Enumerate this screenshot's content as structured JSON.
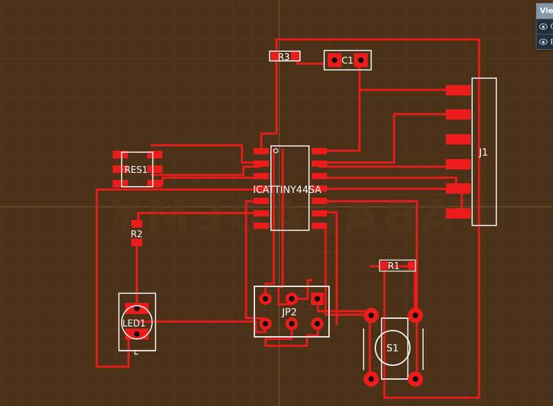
{
  "view_panel": {
    "title": "View",
    "rows": [
      {
        "icon": "eye-icon",
        "label": "C"
      },
      {
        "icon": "eye-icon",
        "label": "B"
      }
    ]
  },
  "components": {
    "r3": "R3",
    "c1": "C1",
    "res1": "RES1",
    "ic": "ICATTINY44SA",
    "j1": "J1",
    "r2": "R2",
    "r1": "R1",
    "led1": "LED1",
    "jp2": "JP2",
    "s1": "S1"
  },
  "watermark": "FABACADEMY",
  "colors": {
    "board": "#4a3118",
    "trace": "#ec1c1c",
    "silk": "#ffffff",
    "grid": "#6a4d2c"
  }
}
